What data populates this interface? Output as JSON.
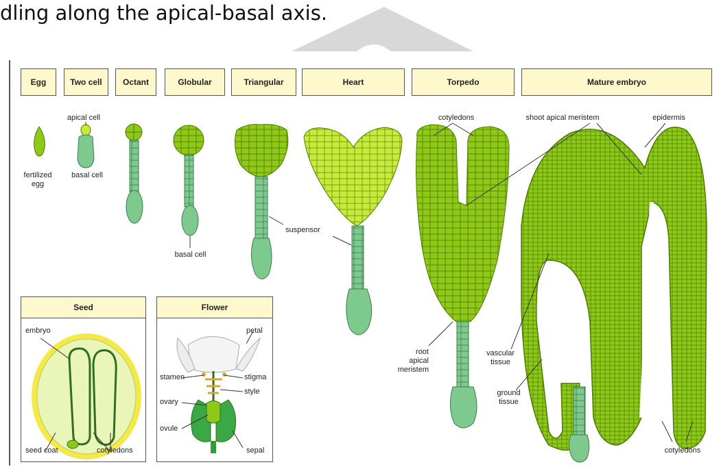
{
  "caption": "dling along the apical-basal axis.",
  "stages": [
    "Egg",
    "Two cell",
    "Octant",
    "Globular",
    "Triangular",
    "Heart",
    "Torpedo",
    "Mature embryo"
  ],
  "labels": {
    "apical_cell": "apical cell",
    "fertilized": "fertilized",
    "egg": "egg",
    "basal_cell": "basal cell",
    "basal_cell_2": "basal cell",
    "suspensor": "suspensor",
    "cotyledons_top": "cotyledons",
    "shoot_apical_meristem": "shoot apical meristem",
    "epidermis": "epidermis",
    "root": "root",
    "apical": "apical",
    "meristem": "meristem",
    "vascular": "vascular",
    "tissue_v": "tissue",
    "ground": "ground",
    "tissue_g": "tissue",
    "cotyledons_bottom": "cotyledons"
  },
  "seed": {
    "title": "Seed",
    "embryo": "embryo",
    "seed_coat": "seed coat",
    "cotyledons": "cotyledons"
  },
  "flower": {
    "title": "Flower",
    "petal": "petal",
    "stamen": "stamen",
    "stigma": "stigma",
    "style": "style",
    "ovary": "ovary",
    "ovule": "ovule",
    "sepal": "sepal"
  },
  "colors": {
    "embryo_green": "#8ec91a",
    "light_green": "#c8ea3a",
    "suspensor_green": "#7ec98e",
    "header_fill": "#fff8cc",
    "seed_coat": "#f5e94a"
  }
}
